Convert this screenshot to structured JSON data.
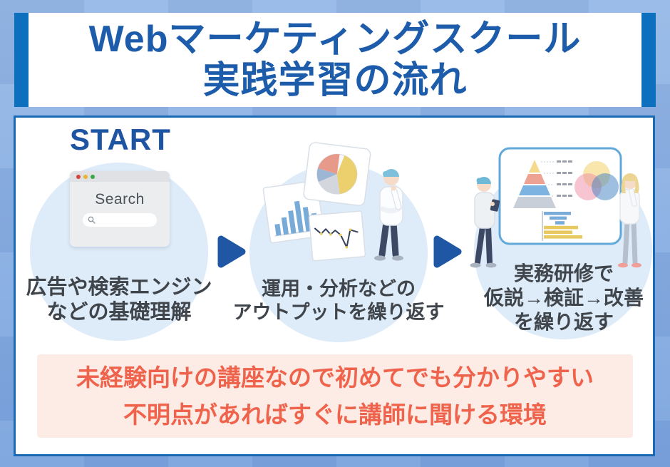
{
  "header": {
    "title_line1": "Webマーケティングスクール",
    "title_line2": "実践学習の流れ"
  },
  "flow": {
    "start_label": "START",
    "browser": {
      "search_label": "Search"
    },
    "steps": [
      {
        "lines": [
          "広告や検索エンジン",
          "などの基礎理解"
        ]
      },
      {
        "lines": [
          "運用・分析などの",
          "アウトプットを繰り返す"
        ]
      },
      {
        "lines": [
          "実務研修で",
          "仮説→検証→改善",
          "を繰り返す"
        ]
      }
    ]
  },
  "note": {
    "line1": "未経験向けの講座なので初めてでも分かりやすい",
    "line2": "不明点があればすぐに講師に聞ける環境"
  },
  "icons": {
    "arrow": "right-triangle-arrow",
    "browser_traffic_dots": [
      "red",
      "yellow",
      "green"
    ],
    "magnifier": "search-icon",
    "step2_illustration": [
      "bar-chart",
      "pie-chart",
      "line-chart",
      "thinking-person"
    ],
    "step3_illustration": [
      "whiteboard",
      "pyramid-chart",
      "venn-diagram",
      "gantt-bars",
      "presenter-person",
      "thinking-woman"
    ]
  },
  "colors": {
    "background": "#8bb0e1",
    "header_side_bar": "#0c70be",
    "title_text": "#1d5caa",
    "panel_border": "#1a69b4",
    "circle_fill": "#deebf8",
    "arrow": "#1f57a5",
    "step_text": "#3f454b",
    "note_background": "#fdece5",
    "note_text": "#ef634c"
  }
}
